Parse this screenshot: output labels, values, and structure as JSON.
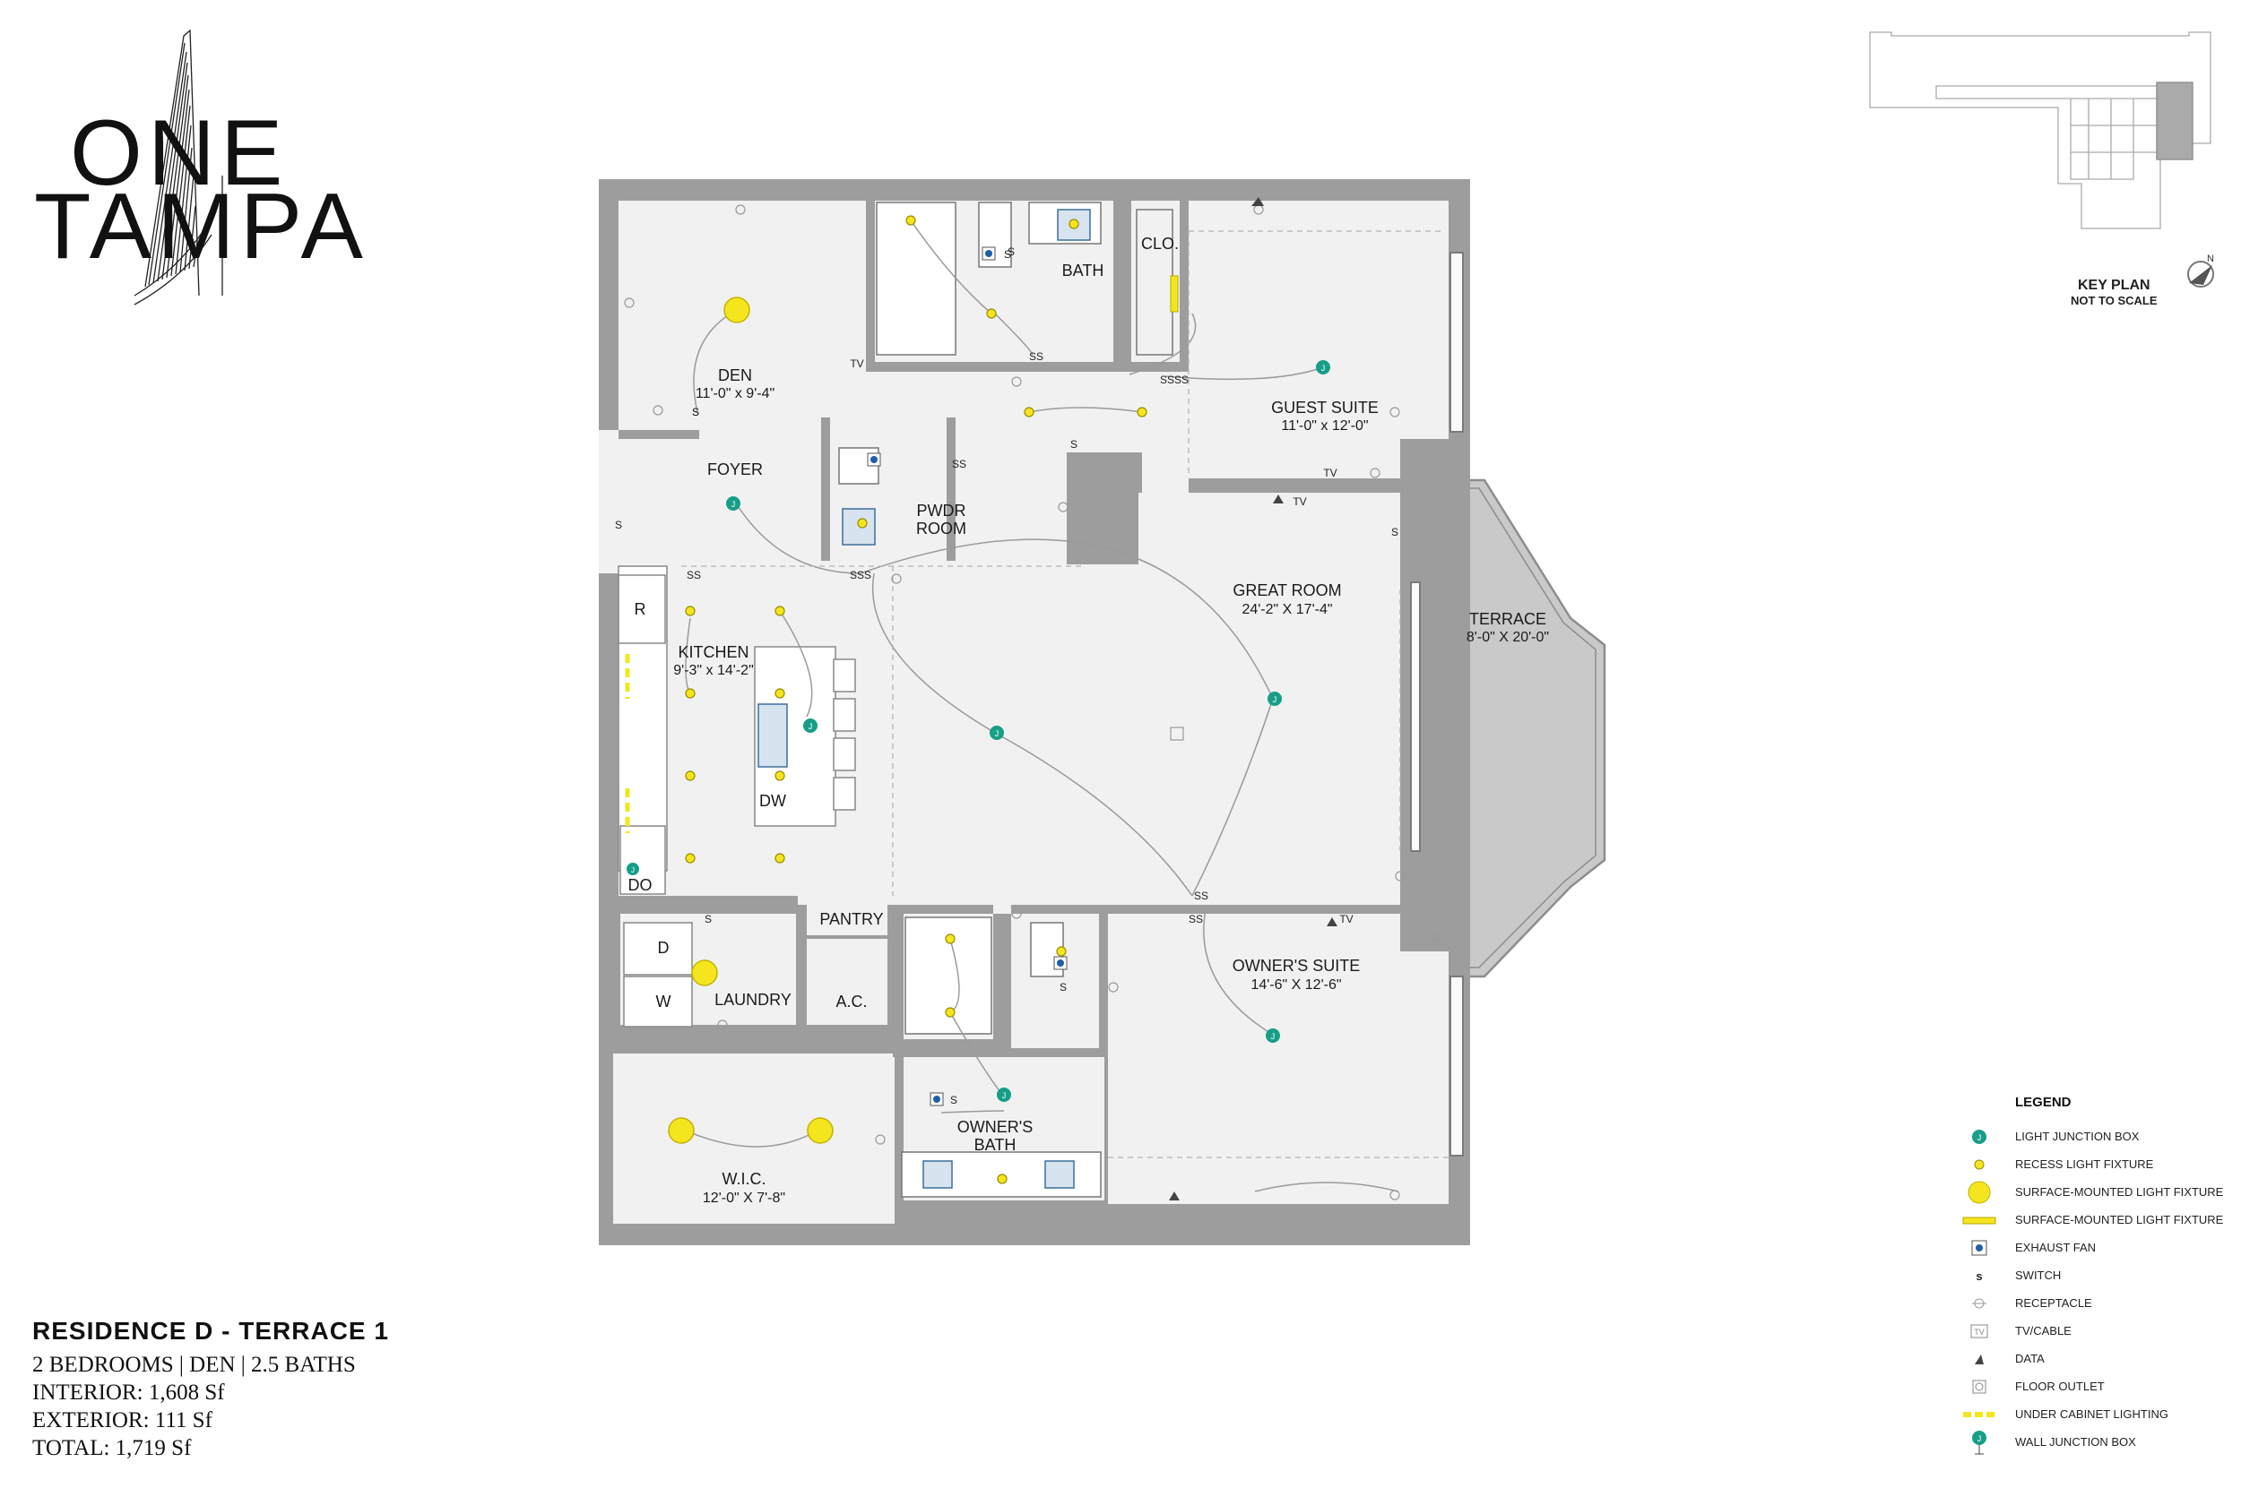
{
  "logo": {
    "line1": "ONE",
    "line2": "TAMPA"
  },
  "key_plan": {
    "title": "KEY PLAN",
    "subtitle": "NOT TO SCALE",
    "north": "N"
  },
  "rooms": {
    "den": {
      "name": "DEN",
      "dims": "11'-0\" x 9'-4\""
    },
    "foyer": {
      "name": "FOYER"
    },
    "bath": {
      "name": "BATH"
    },
    "clo": {
      "name": "CLO."
    },
    "guest_suite": {
      "name": "GUEST SUITE",
      "dims": "11'-0\" x 12'-0\""
    },
    "pwdr_room": {
      "line1": "PWDR",
      "line2": "ROOM"
    },
    "great_room": {
      "name": "GREAT ROOM",
      "dims": "24'-2\" X 17'-4\""
    },
    "terrace": {
      "name": "TERRACE",
      "dims": "8'-0\" X 20'-0\""
    },
    "kitchen": {
      "name": "KITCHEN",
      "dims": "9'-3\" x 14'-2\""
    },
    "pantry": {
      "name": "PANTRY"
    },
    "laundry": {
      "name": "LAUNDRY"
    },
    "ac": {
      "name": "A.C."
    },
    "owners_suite": {
      "name": "OWNER'S SUITE",
      "dims": "14'-6\" X 12'-6\""
    },
    "owners_bath": {
      "line1": "OWNER'S",
      "line2": "BATH"
    },
    "wic": {
      "name": "W.I.C.",
      "dims": "12'-0\" X 7'-8\""
    }
  },
  "appliances": {
    "refrigerator": "R",
    "dishwasher": "DW",
    "double_oven": "DO",
    "dryer": "D",
    "washer": "W"
  },
  "switch_labels": {
    "single": "S",
    "double": "SS",
    "triple": "SSS",
    "quad": "SSSS",
    "tv": "TV"
  },
  "residence": {
    "title": "RESIDENCE D - TERRACE 1",
    "line1": "2 BEDROOMS | DEN | 2.5 BATHS",
    "line2": "INTERIOR: 1,608 Sf",
    "line3": "EXTERIOR: 111 Sf",
    "line4": "TOTAL: 1,719 Sf"
  },
  "legend": {
    "title": "LEGEND",
    "items": [
      {
        "label": "LIGHT JUNCTION BOX",
        "icon": "junction-box-icon"
      },
      {
        "label": "RECESS LIGHT FIXTURE",
        "icon": "recess-light-icon"
      },
      {
        "label": "SURFACE-MOUNTED LIGHT FIXTURE",
        "icon": "surface-light-round-icon"
      },
      {
        "label": "SURFACE-MOUNTED LIGHT FIXTURE",
        "icon": "surface-light-bar-icon"
      },
      {
        "label": "EXHAUST FAN",
        "icon": "exhaust-fan-icon"
      },
      {
        "label": "SWITCH",
        "icon": "switch-icon"
      },
      {
        "label": "RECEPTACLE",
        "icon": "receptacle-icon"
      },
      {
        "label": "TV/CABLE",
        "icon": "tv-cable-icon"
      },
      {
        "label": "DATA",
        "icon": "data-icon"
      },
      {
        "label": "FLOOR OUTLET",
        "icon": "floor-outlet-icon"
      },
      {
        "label": "UNDER CABINET LIGHTING",
        "icon": "under-cabinet-icon"
      },
      {
        "label": "WALL JUNCTION BOX",
        "icon": "wall-junction-icon"
      }
    ]
  },
  "colors": {
    "wall": "#9d9d9d",
    "floor": "#f1f1f1",
    "terrace": "#c9c9c9",
    "junction": "#179e87",
    "light": "#f5e51e",
    "fan": "#1f5fa8"
  }
}
